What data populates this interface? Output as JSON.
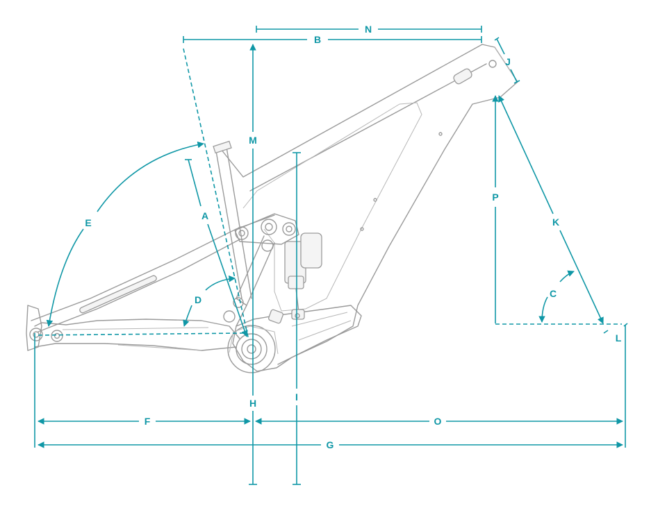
{
  "colors": {
    "dimension": "#0f97a6",
    "frame_line": "#9a9a9a",
    "background": "#ffffff"
  },
  "labels": {
    "A": "A",
    "B": "B",
    "C": "C",
    "D": "D",
    "E": "E",
    "F": "F",
    "G": "G",
    "H": "H",
    "I": "I",
    "J": "J",
    "K": "K",
    "L": "L",
    "M": "M",
    "N": "N",
    "O": "O",
    "P": "P"
  }
}
